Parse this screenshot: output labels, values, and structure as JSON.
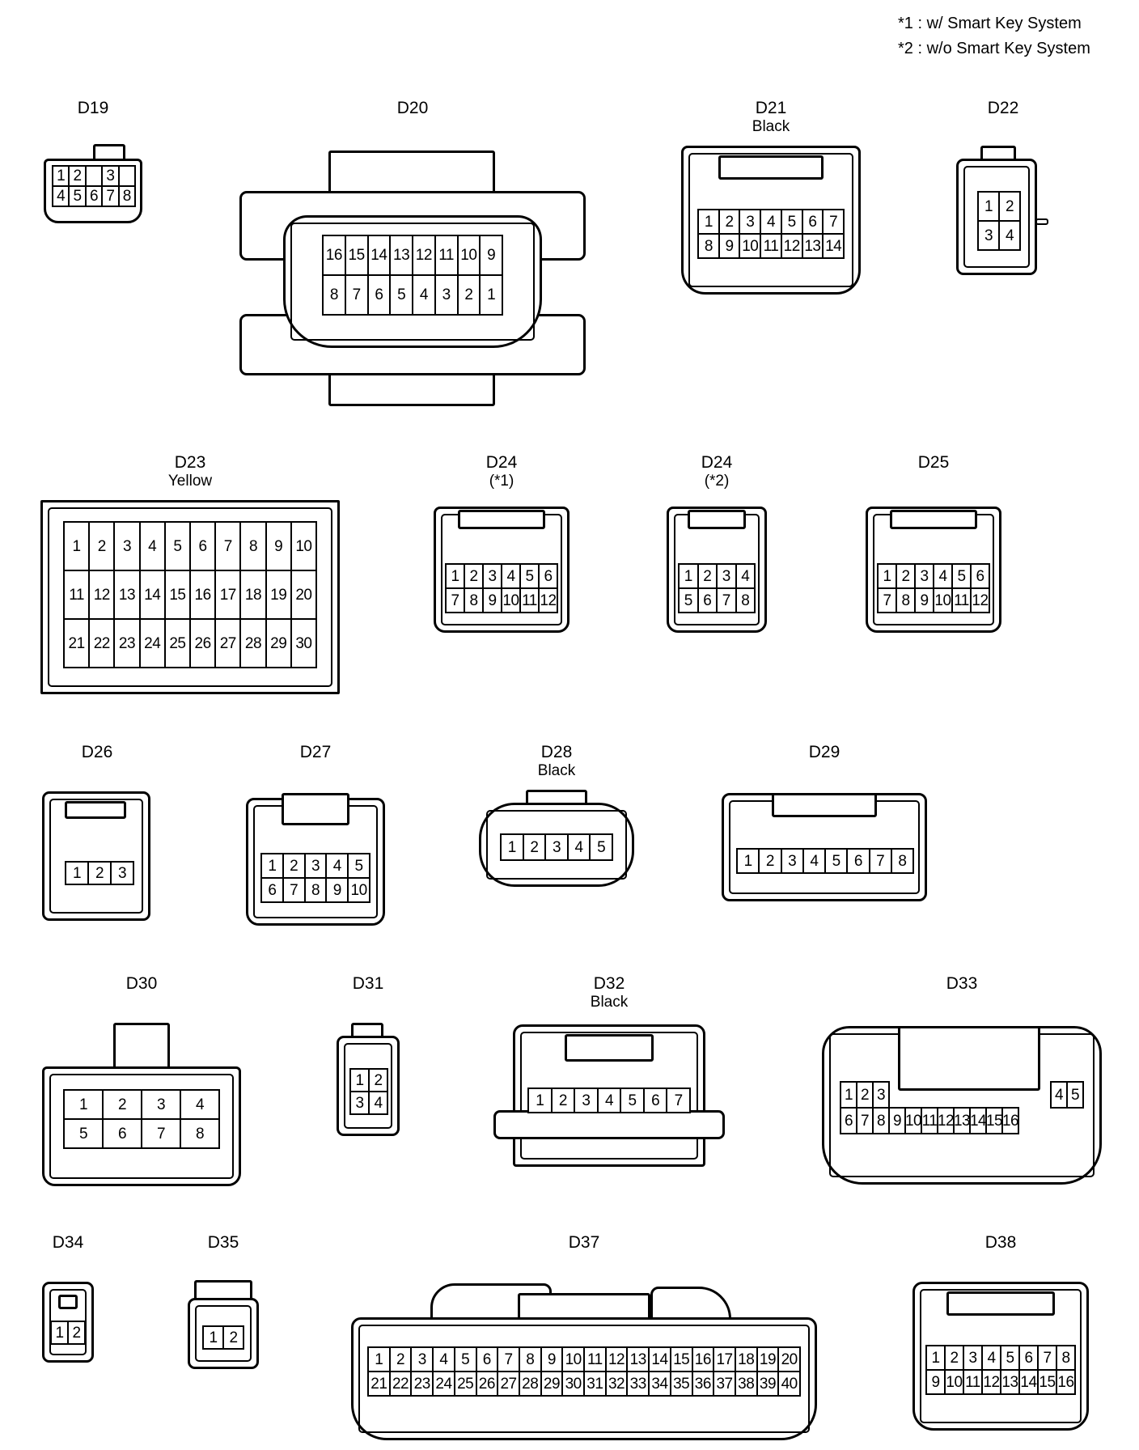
{
  "legend": [
    {
      "mark": "*1",
      "text": ": w/ Smart Key System"
    },
    {
      "mark": "*2",
      "text": ": w/o Smart Key System"
    }
  ],
  "connectors": [
    {
      "id": "D19",
      "label": "D19",
      "sub": "",
      "rows": [
        [
          "1",
          "2",
          "",
          "3"
        ],
        [
          "4",
          "5",
          "6",
          "7",
          "8"
        ]
      ]
    },
    {
      "id": "D20",
      "label": "D20",
      "sub": "",
      "rows": [
        [
          "16",
          "15",
          "14",
          "13",
          "12",
          "11",
          "10",
          "9"
        ],
        [
          "8",
          "7",
          "6",
          "5",
          "4",
          "3",
          "2",
          "1"
        ]
      ]
    },
    {
      "id": "D21",
      "label": "D21",
      "sub": "Black",
      "rows": [
        [
          "1",
          "2",
          "3",
          "4",
          "5",
          "6",
          "7"
        ],
        [
          "8",
          "9",
          "10",
          "11",
          "12",
          "13",
          "14"
        ]
      ]
    },
    {
      "id": "D22",
      "label": "D22",
      "sub": "",
      "rows": [
        [
          "1",
          "2"
        ],
        [
          "3",
          "4"
        ]
      ]
    },
    {
      "id": "D23",
      "label": "D23",
      "sub": "Yellow",
      "rows": [
        [
          "1",
          "2",
          "3",
          "4",
          "5",
          "6",
          "7",
          "8",
          "9",
          "10"
        ],
        [
          "11",
          "12",
          "13",
          "14",
          "15",
          "16",
          "17",
          "18",
          "19",
          "20"
        ],
        [
          "21",
          "22",
          "23",
          "24",
          "25",
          "26",
          "27",
          "28",
          "29",
          "30"
        ]
      ]
    },
    {
      "id": "D24a",
      "label": "D24",
      "sub": "(*1)",
      "rows": [
        [
          "1",
          "2",
          "3",
          "4",
          "5",
          "6"
        ],
        [
          "7",
          "8",
          "9",
          "10",
          "11",
          "12"
        ]
      ]
    },
    {
      "id": "D24b",
      "label": "D24",
      "sub": "(*2)",
      "rows": [
        [
          "1",
          "2",
          "3",
          "4"
        ],
        [
          "5",
          "6",
          "7",
          "8"
        ]
      ]
    },
    {
      "id": "D25",
      "label": "D25",
      "sub": "",
      "rows": [
        [
          "1",
          "2",
          "3",
          "4",
          "5",
          "6"
        ],
        [
          "7",
          "8",
          "9",
          "10",
          "11",
          "12"
        ]
      ]
    },
    {
      "id": "D26",
      "label": "D26",
      "sub": "",
      "rows": [
        [
          "1",
          "2",
          "3"
        ]
      ]
    },
    {
      "id": "D27",
      "label": "D27",
      "sub": "",
      "rows": [
        [
          "1",
          "2",
          "3",
          "4",
          "5"
        ],
        [
          "6",
          "7",
          "8",
          "9",
          "10"
        ]
      ]
    },
    {
      "id": "D28",
      "label": "D28",
      "sub": "Black",
      "rows": [
        [
          "1",
          "2",
          "3",
          "4",
          "5"
        ]
      ]
    },
    {
      "id": "D29",
      "label": "D29",
      "sub": "",
      "rows": [
        [
          "1",
          "2",
          "3",
          "4",
          "5",
          "6",
          "7",
          "8"
        ]
      ]
    },
    {
      "id": "D30",
      "label": "D30",
      "sub": "",
      "rows": [
        [
          "1",
          "2",
          "3",
          "4"
        ],
        [
          "5",
          "6",
          "7",
          "8"
        ]
      ]
    },
    {
      "id": "D31",
      "label": "D31",
      "sub": "",
      "rows": [
        [
          "1",
          "2"
        ],
        [
          "3",
          "4"
        ]
      ]
    },
    {
      "id": "D32",
      "label": "D32",
      "sub": "Black",
      "rows": [
        [
          "1",
          "2",
          "3",
          "4",
          "5",
          "6",
          "7"
        ]
      ]
    },
    {
      "id": "D33",
      "label": "D33",
      "sub": "",
      "rows": [
        [
          "1",
          "2",
          "3",
          "",
          "",
          "",
          "",
          "",
          "",
          "",
          "",
          "",
          "",
          "4",
          "5"
        ],
        [
          "6",
          "7",
          "8",
          "9",
          "10",
          "11",
          "12",
          "13",
          "14",
          "15",
          "16"
        ]
      ]
    },
    {
      "id": "D34",
      "label": "D34",
      "sub": "",
      "rows": [
        [
          "1",
          "2"
        ]
      ]
    },
    {
      "id": "D35",
      "label": "D35",
      "sub": "",
      "rows": [
        [
          "1",
          "2"
        ]
      ]
    },
    {
      "id": "D37",
      "label": "D37",
      "sub": "",
      "rows": [
        [
          "1",
          "2",
          "3",
          "4",
          "5",
          "6",
          "7",
          "8",
          "9",
          "10",
          "11",
          "12",
          "13",
          "14",
          "15",
          "16",
          "17",
          "18",
          "19",
          "20"
        ],
        [
          "21",
          "22",
          "23",
          "24",
          "25",
          "26",
          "27",
          "28",
          "29",
          "30",
          "31",
          "32",
          "33",
          "34",
          "35",
          "36",
          "37",
          "38",
          "39",
          "40"
        ]
      ]
    },
    {
      "id": "D38",
      "label": "D38",
      "sub": "",
      "rows": [
        [
          "1",
          "2",
          "3",
          "4",
          "5",
          "6",
          "7",
          "8"
        ],
        [
          "9",
          "10",
          "11",
          "12",
          "13",
          "14",
          "15",
          "16"
        ]
      ]
    }
  ]
}
